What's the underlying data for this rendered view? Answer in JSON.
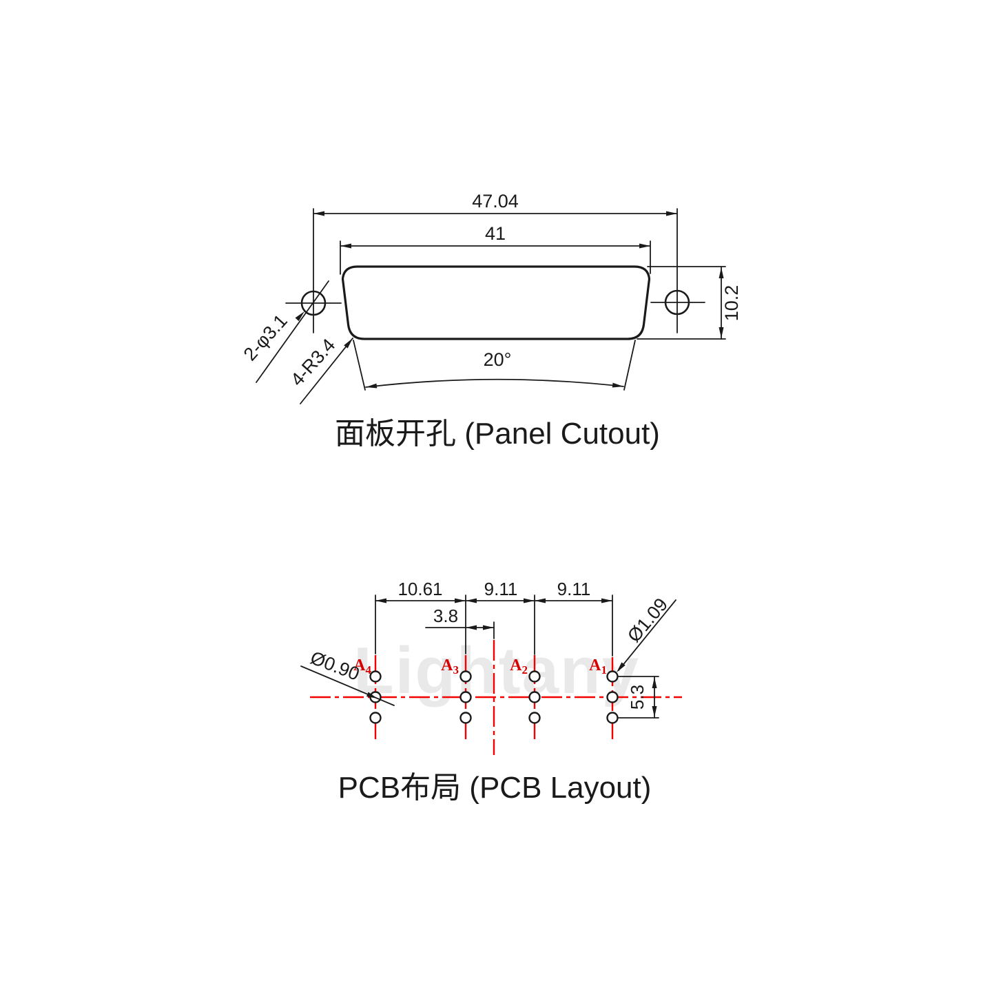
{
  "colors": {
    "line_black": "#1a1a1a",
    "centerline_red": "#f30000",
    "pad_label_red": "#d60000",
    "watermark_gray": "#e9e9e9",
    "background": "#ffffff"
  },
  "watermark": {
    "text": "Lightany"
  },
  "panel_cutout": {
    "caption": "面板开孔 (Panel Cutout)",
    "dims": {
      "outer_width": "47.04",
      "inner_width": "41",
      "height": "10.2",
      "side_angle": "20°",
      "mount_holes": "2-φ3.1",
      "corner_radius": "4-R3.4"
    }
  },
  "pcb_layout": {
    "caption": "PCB布局 (PCB Layout)",
    "dims": {
      "pitch_a4_a3": "10.61",
      "pitch_a3_a2": "9.11",
      "pitch_a2_a1": "9.11",
      "center_offset": "3.8",
      "row_span": "5.3",
      "signal_hole_dia": "Ø1.09",
      "center_hole_dia": "Ø0.90"
    },
    "pads": [
      {
        "letter": "A",
        "sub": "4"
      },
      {
        "letter": "A",
        "sub": "3"
      },
      {
        "letter": "A",
        "sub": "2"
      },
      {
        "letter": "A",
        "sub": "1"
      }
    ]
  }
}
